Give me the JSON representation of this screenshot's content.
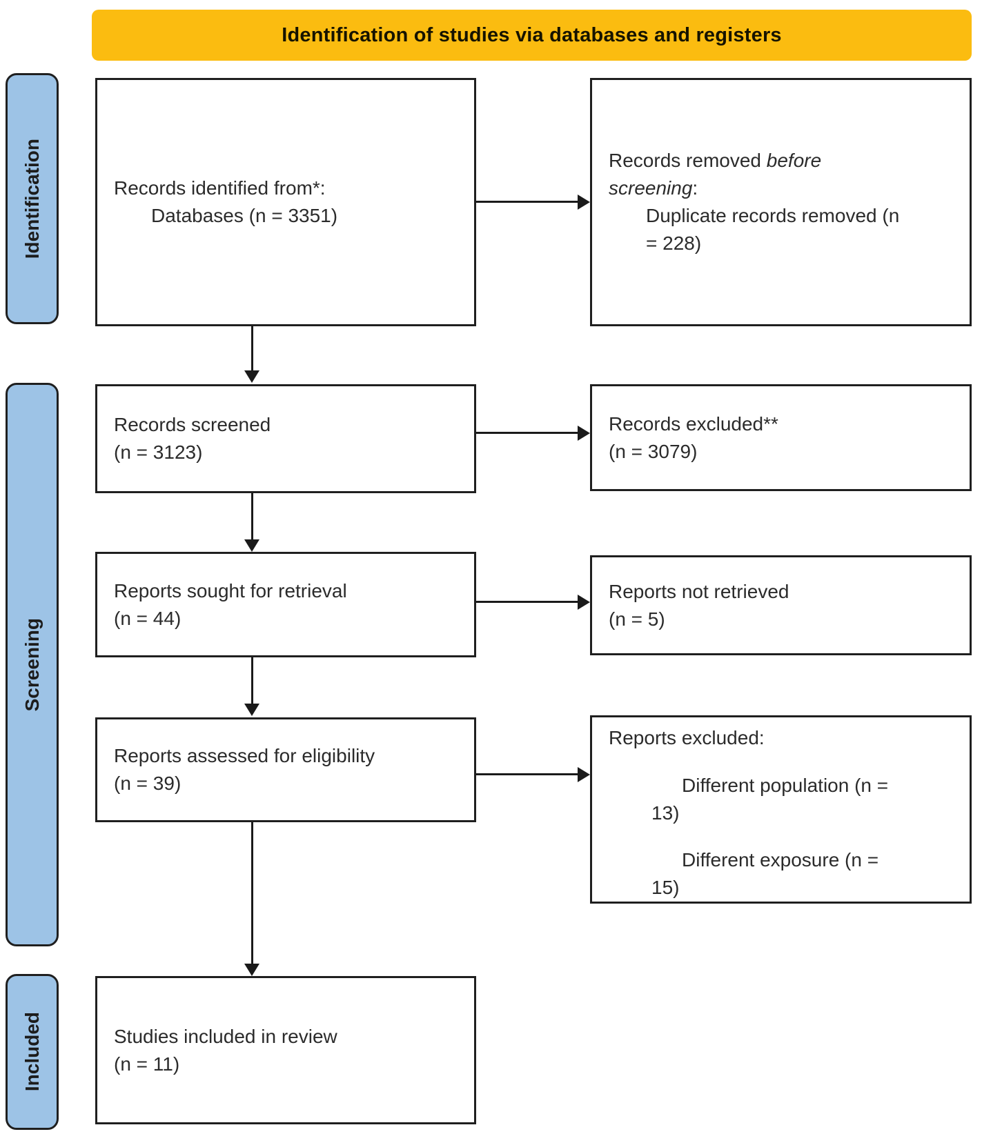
{
  "banner": {
    "title": "Identification of studies via databases and registers"
  },
  "colors": {
    "banner_bg": "#FBBC10",
    "sidebar_bg": "#9DC3E6",
    "box_border": "#1F1F1F",
    "arrow": "#1A1A1A",
    "text": "#2B2B2B"
  },
  "sidebar": {
    "identification_label": "Identification",
    "screening_label": "Screening",
    "included_label": "Included"
  },
  "boxes": {
    "records_identified": {
      "line1": "Records identified from*:",
      "line2": "Databases (n = 3351)"
    },
    "records_removed": {
      "line1_normal": "Records removed ",
      "line1_italic": "before",
      "line2_italic": "screening",
      "line2_normal": ":",
      "line3": "Duplicate records removed (n",
      "line4": "= 228)"
    },
    "records_screened": {
      "line1": "Records screened",
      "line2": "(n = 3123)"
    },
    "records_excluded": {
      "line1": "Records excluded**",
      "line2": "(n = 3079)"
    },
    "reports_sought": {
      "line1": "Reports sought for retrieval",
      "line2": "(n = 44)"
    },
    "reports_not_retrieved": {
      "line1": "Reports not retrieved",
      "line2": "(n = 5)"
    },
    "reports_assessed": {
      "line1": "Reports assessed for eligibility",
      "line2": "(n = 39)"
    },
    "reports_excluded": {
      "title": "Reports excluded:",
      "reason1_line1": "Different population (n =",
      "reason1_line2": "13)",
      "reason2_line1": "Different exposure (n =",
      "reason2_line2": "15)"
    },
    "studies_included": {
      "line1": "Studies included in review",
      "line2": "(n = 11)"
    }
  }
}
